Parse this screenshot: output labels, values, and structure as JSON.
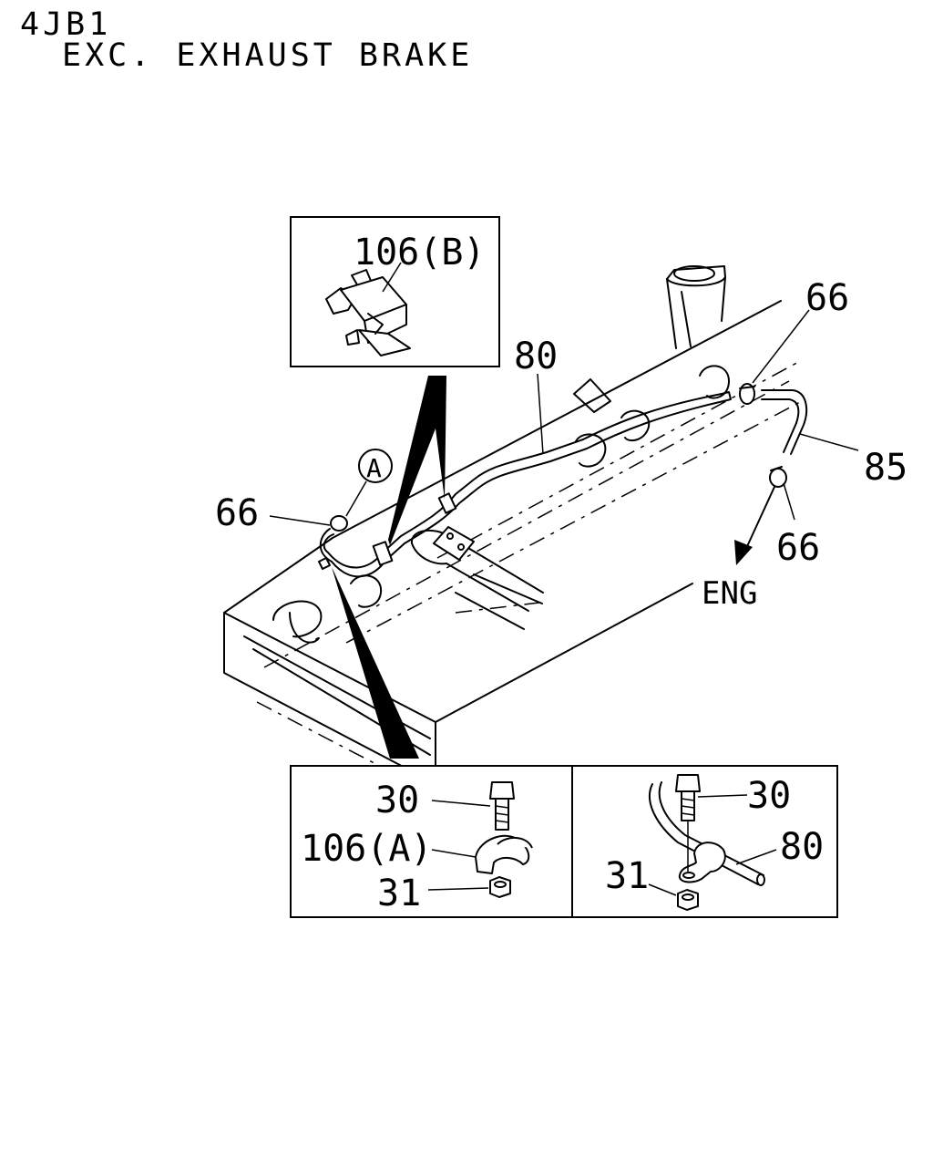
{
  "title": {
    "model": "4JB1",
    "variant": "EXC. EXHAUST BRAKE"
  },
  "callouts": {
    "clip_b": "106(B)",
    "pipe_main": "80",
    "clamp_right_top": "66",
    "hose": "85",
    "clamp_right_bottom": "66",
    "direction": "ENG",
    "clamp_left": "66",
    "circle_a": "A"
  },
  "detail_left": {
    "bolt": "30",
    "clip_a": "106(A)",
    "nut": "31"
  },
  "detail_right": {
    "bolt": "30",
    "pipe": "80",
    "nut": "31"
  }
}
